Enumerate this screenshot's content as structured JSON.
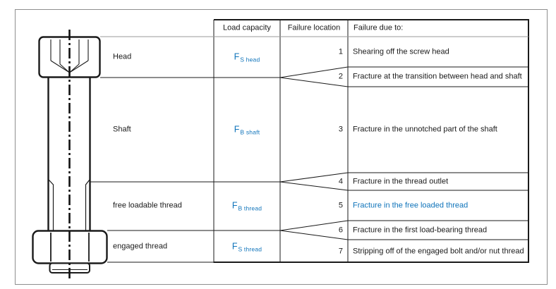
{
  "colors": {
    "accent_blue": "#0e73ba",
    "line_black": "#1a1a1a",
    "line_gray": "#9a9a9a",
    "background": "#ffffff"
  },
  "diagram": {
    "description": "socket-head bolt with hex nut, section labels and load capacities",
    "sections": [
      {
        "label": "Head",
        "symbol": "F",
        "subscript": "S head"
      },
      {
        "label": "Shaft",
        "symbol": "F",
        "subscript": "B shaft"
      },
      {
        "label": "free loadable thread",
        "symbol": "F",
        "subscript": "B thread"
      },
      {
        "label": "engaged thread",
        "symbol": "F",
        "subscript": "S thread"
      }
    ]
  },
  "table": {
    "headers": {
      "load_capacity": "Load capacity",
      "failure_location": "Failure location",
      "failure_due_to": "Failure due to:"
    },
    "rows": [
      {
        "num": "1",
        "cause": "Shearing off the screw head",
        "highlight": false
      },
      {
        "num": "2",
        "cause": "Fracture at the transition between head and shaft",
        "highlight": false
      },
      {
        "num": "3",
        "cause": "Fracture in the unnotched part of the shaft",
        "highlight": false
      },
      {
        "num": "4",
        "cause": "Fracture in the thread outlet",
        "highlight": false
      },
      {
        "num": "5",
        "cause": "Fracture in the free loaded thread",
        "highlight": true
      },
      {
        "num": "6",
        "cause": "Fracture in the first load-bearing thread",
        "highlight": false
      },
      {
        "num": "7",
        "cause": "Stripping off of the engaged bolt and/or nut thread",
        "highlight": false
      }
    ]
  }
}
